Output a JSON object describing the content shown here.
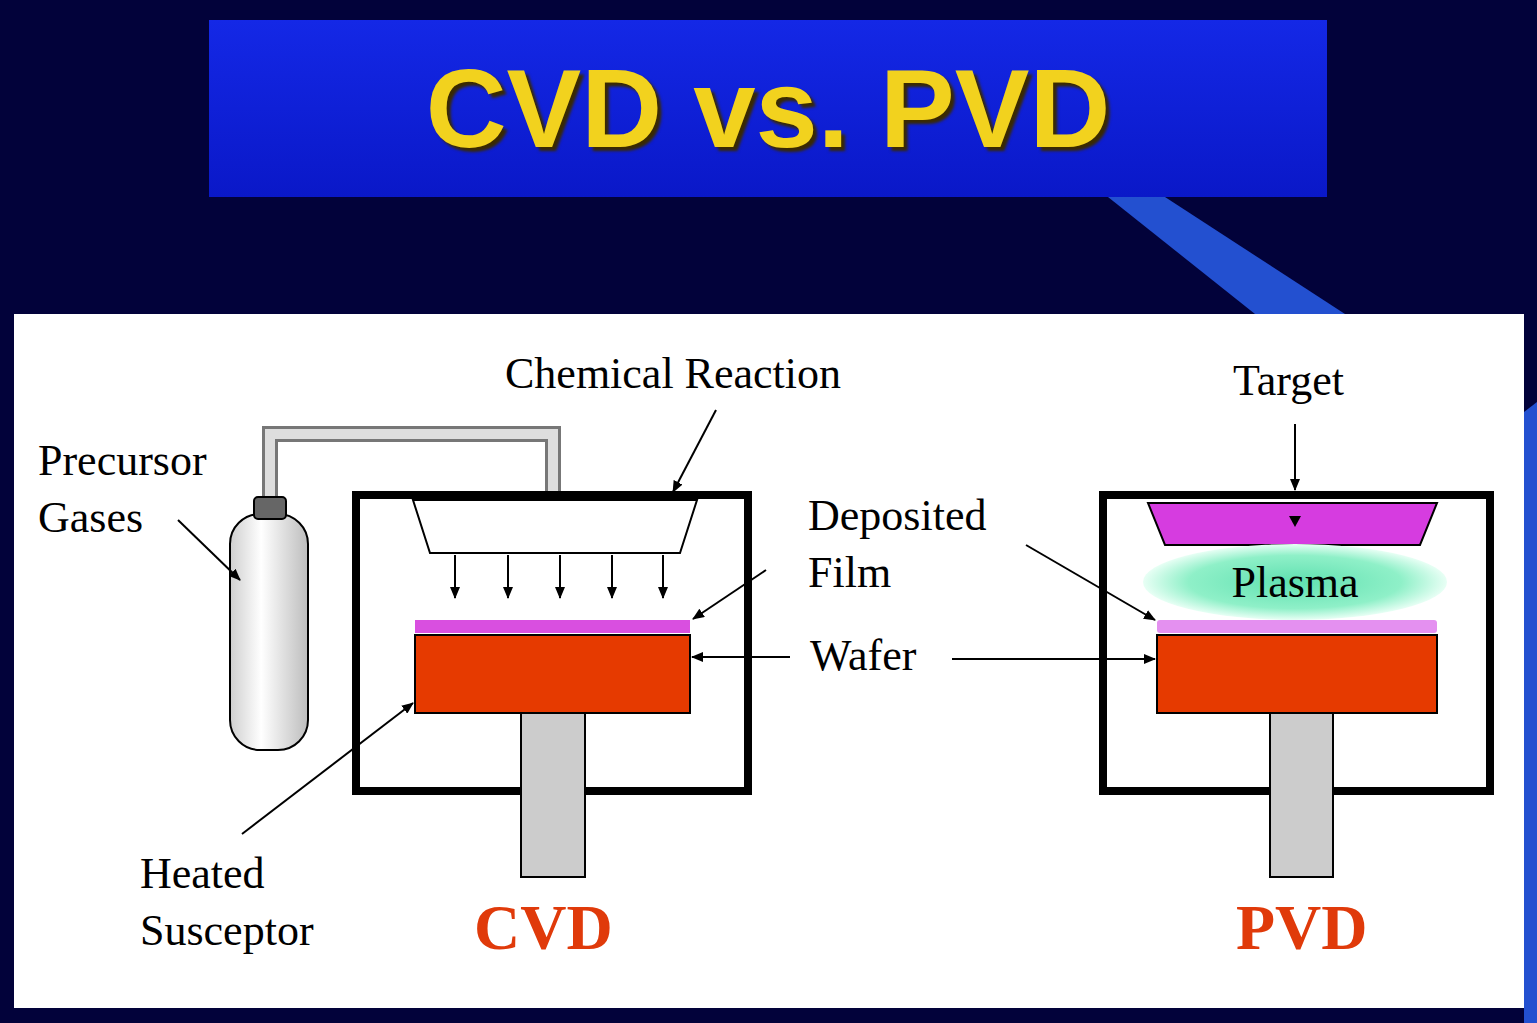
{
  "diagram": {
    "title": "CVD vs. PVD",
    "nodes": [
      {
        "text": [
          "Plasma"
        ]
      }
    ],
    "labels": [
      "Chemical Reaction",
      "Precursor Gases",
      "Deposited Film",
      "Wafer",
      "Heated Susceptor",
      "CVD",
      "Target",
      "PVD"
    ]
  }
}
